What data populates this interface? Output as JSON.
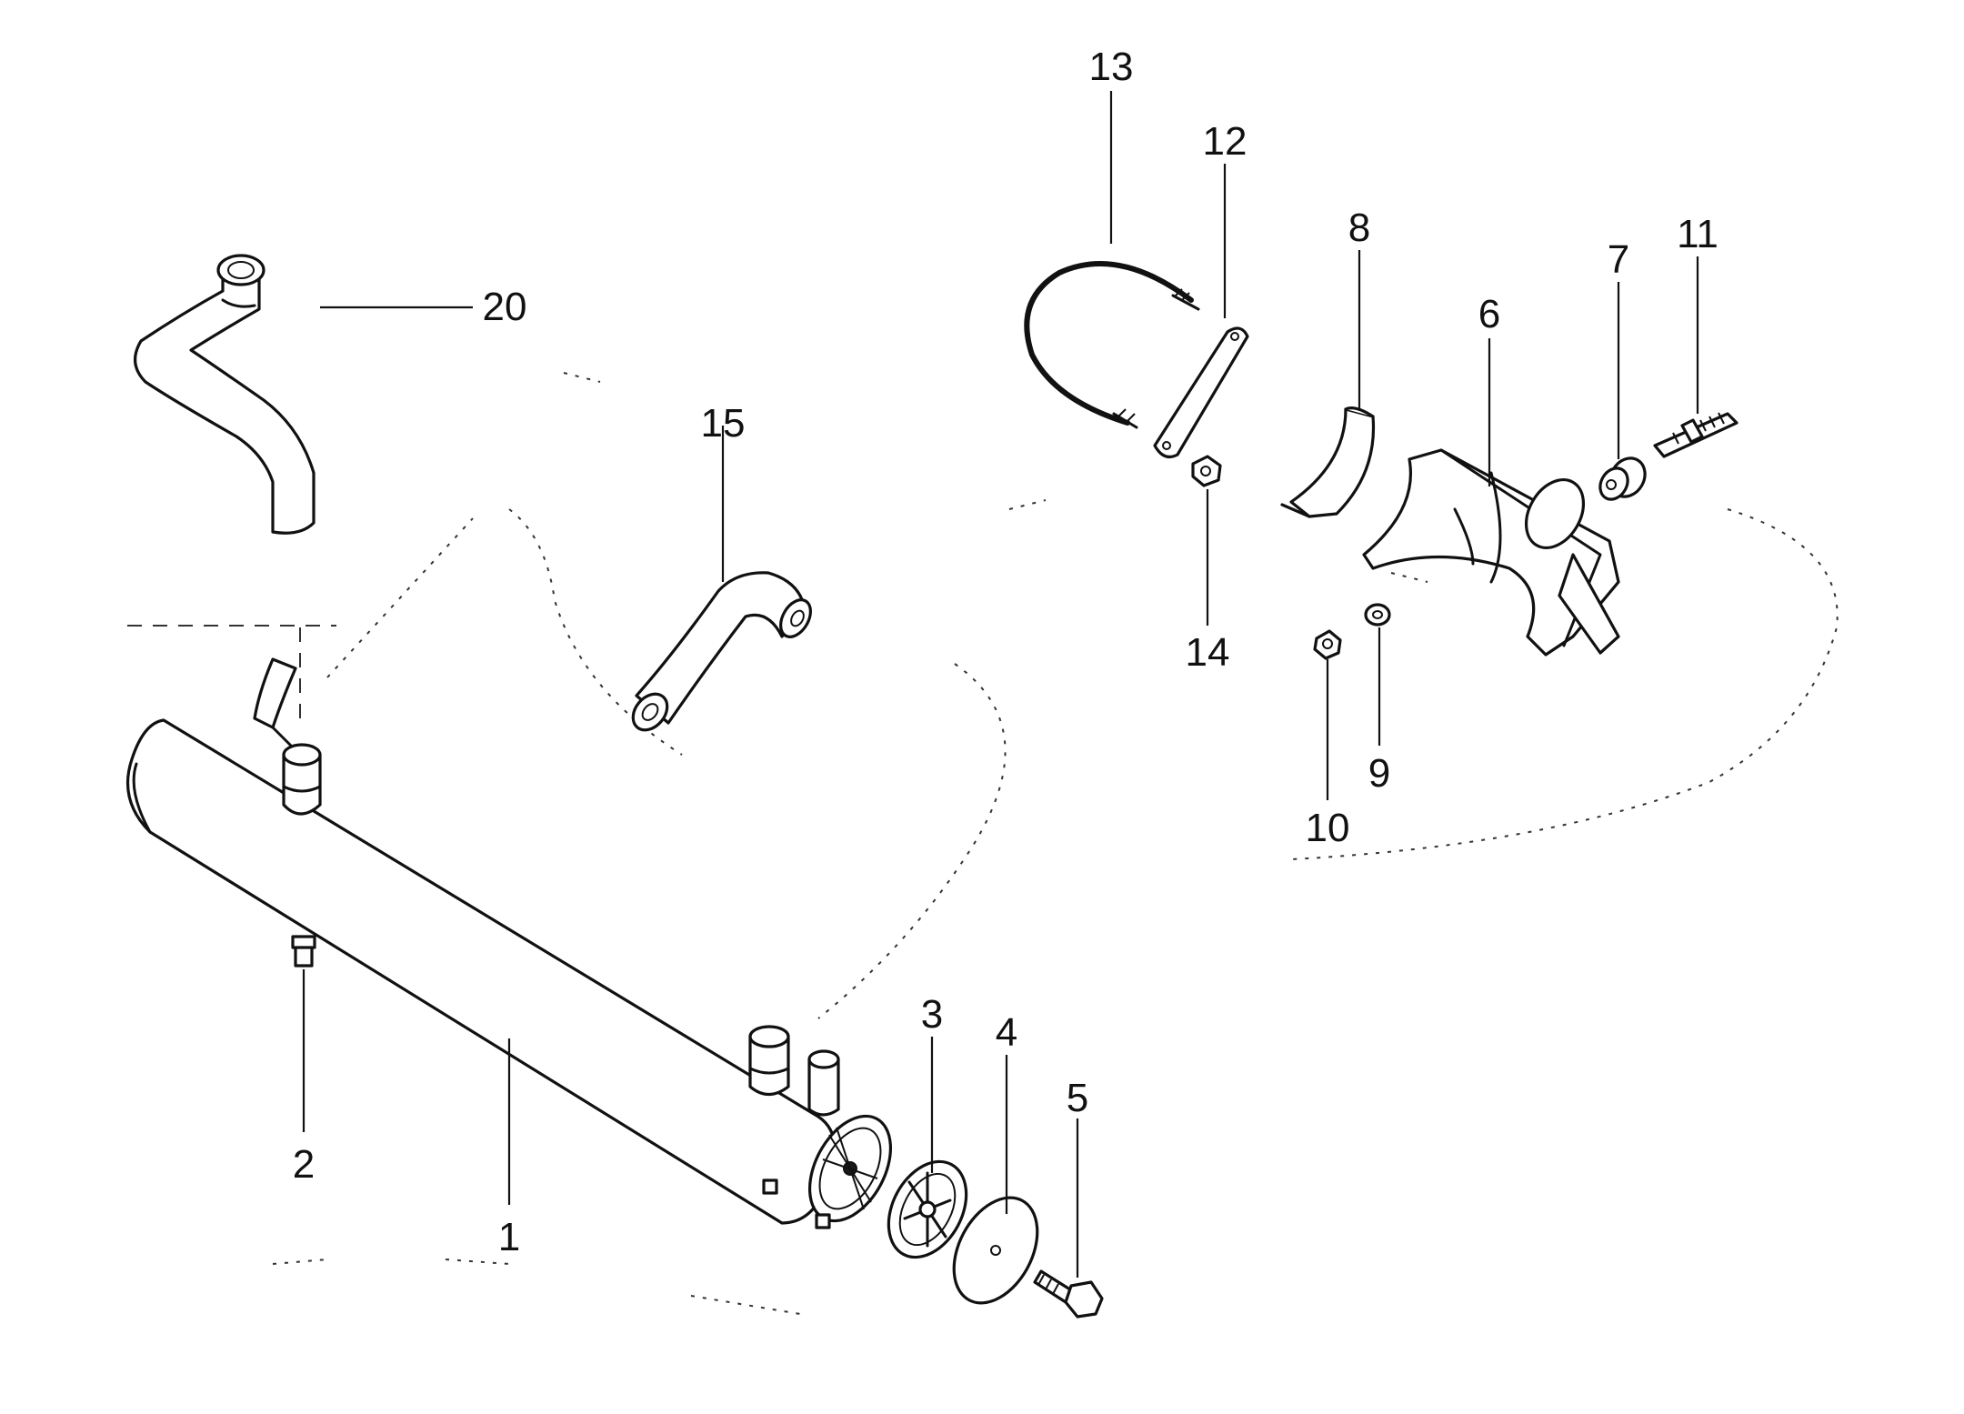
{
  "callouts": {
    "c1": "1",
    "c2": "2",
    "c3": "3",
    "c4": "4",
    "c5": "5",
    "c6": "6",
    "c7": "7",
    "c8": "8",
    "c9": "9",
    "c10": "10",
    "c11": "11",
    "c12": "12",
    "c13": "13",
    "c14": "14",
    "c15": "15",
    "c20": "20"
  }
}
